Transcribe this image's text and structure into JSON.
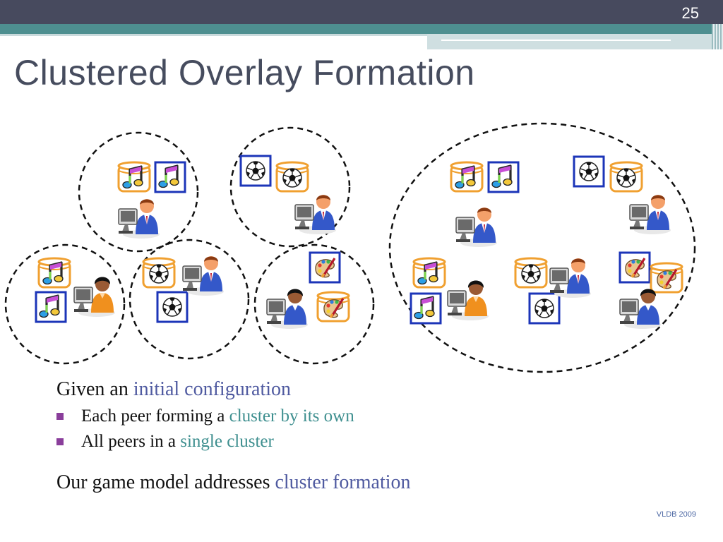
{
  "slide": {
    "number": "25",
    "title": "Clustered Overlay Formation",
    "footer": "VLDB 2009"
  },
  "text": {
    "line1_prefix": "Given an ",
    "line1_highlight": "initial configuration",
    "bullets": [
      {
        "prefix": "Each peer forming a ",
        "highlight": "cluster by its own"
      },
      {
        "prefix": "All peers in a ",
        "highlight": "single cluster"
      }
    ],
    "line3_prefix": "Our game model addresses ",
    "line3_highlight": "cluster formation"
  },
  "colors": {
    "title_bar": "#474a5e",
    "teal_stripe": "#4e8f90",
    "accent_blue": "#4f5aa0",
    "accent_teal": "#3e8f8f",
    "bullet": "#8a3e9b",
    "cache_border": "#f0a030",
    "query_border": "#1c35b8"
  },
  "diagram": {
    "description_icons": [
      "music-note-icon",
      "soccer-ball-icon",
      "paint-palette-icon",
      "peer-computer-icon"
    ],
    "clusters": [
      {
        "name": "music-cluster-a",
        "peer": "music",
        "shirt": "blue"
      },
      {
        "name": "soccer-cluster-a",
        "peer": "soccer",
        "shirt": "blue"
      },
      {
        "name": "music-cluster-b",
        "peer": "music",
        "shirt": "orange"
      },
      {
        "name": "soccer-cluster-b",
        "peer": "soccer",
        "shirt": "blue"
      },
      {
        "name": "art-cluster",
        "peer": "art",
        "shirt": "blue"
      },
      {
        "name": "single-cluster",
        "peer": "all",
        "shirt": "mixed"
      }
    ]
  }
}
